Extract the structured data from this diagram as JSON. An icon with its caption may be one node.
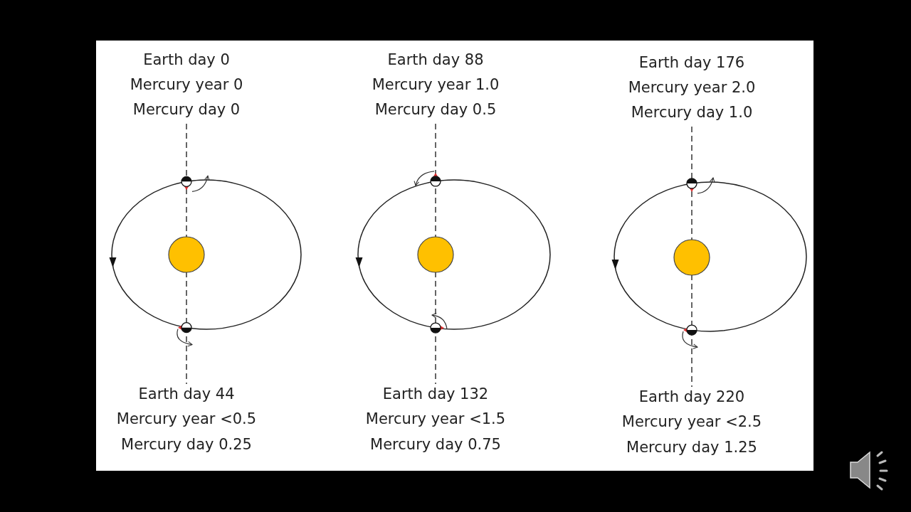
{
  "diagram": {
    "labels": [
      "Earth day 0",
      "Mercury year 0",
      "Mercury day 0",
      "Earth day 44",
      "Mercury year <0.5",
      "Mercury day 0.25",
      "Earth day 88",
      "Mercury year 1.0",
      "Mercury day 0.5",
      "Earth day 132",
      "Mercury year <1.5",
      "Mercury day 0.75",
      "Earth day 176",
      "Mercury year 2.0",
      "Mercury day 1.0",
      "Earth day 220",
      "Mercury year <2.5",
      "Mercury day 1.25"
    ]
  }
}
